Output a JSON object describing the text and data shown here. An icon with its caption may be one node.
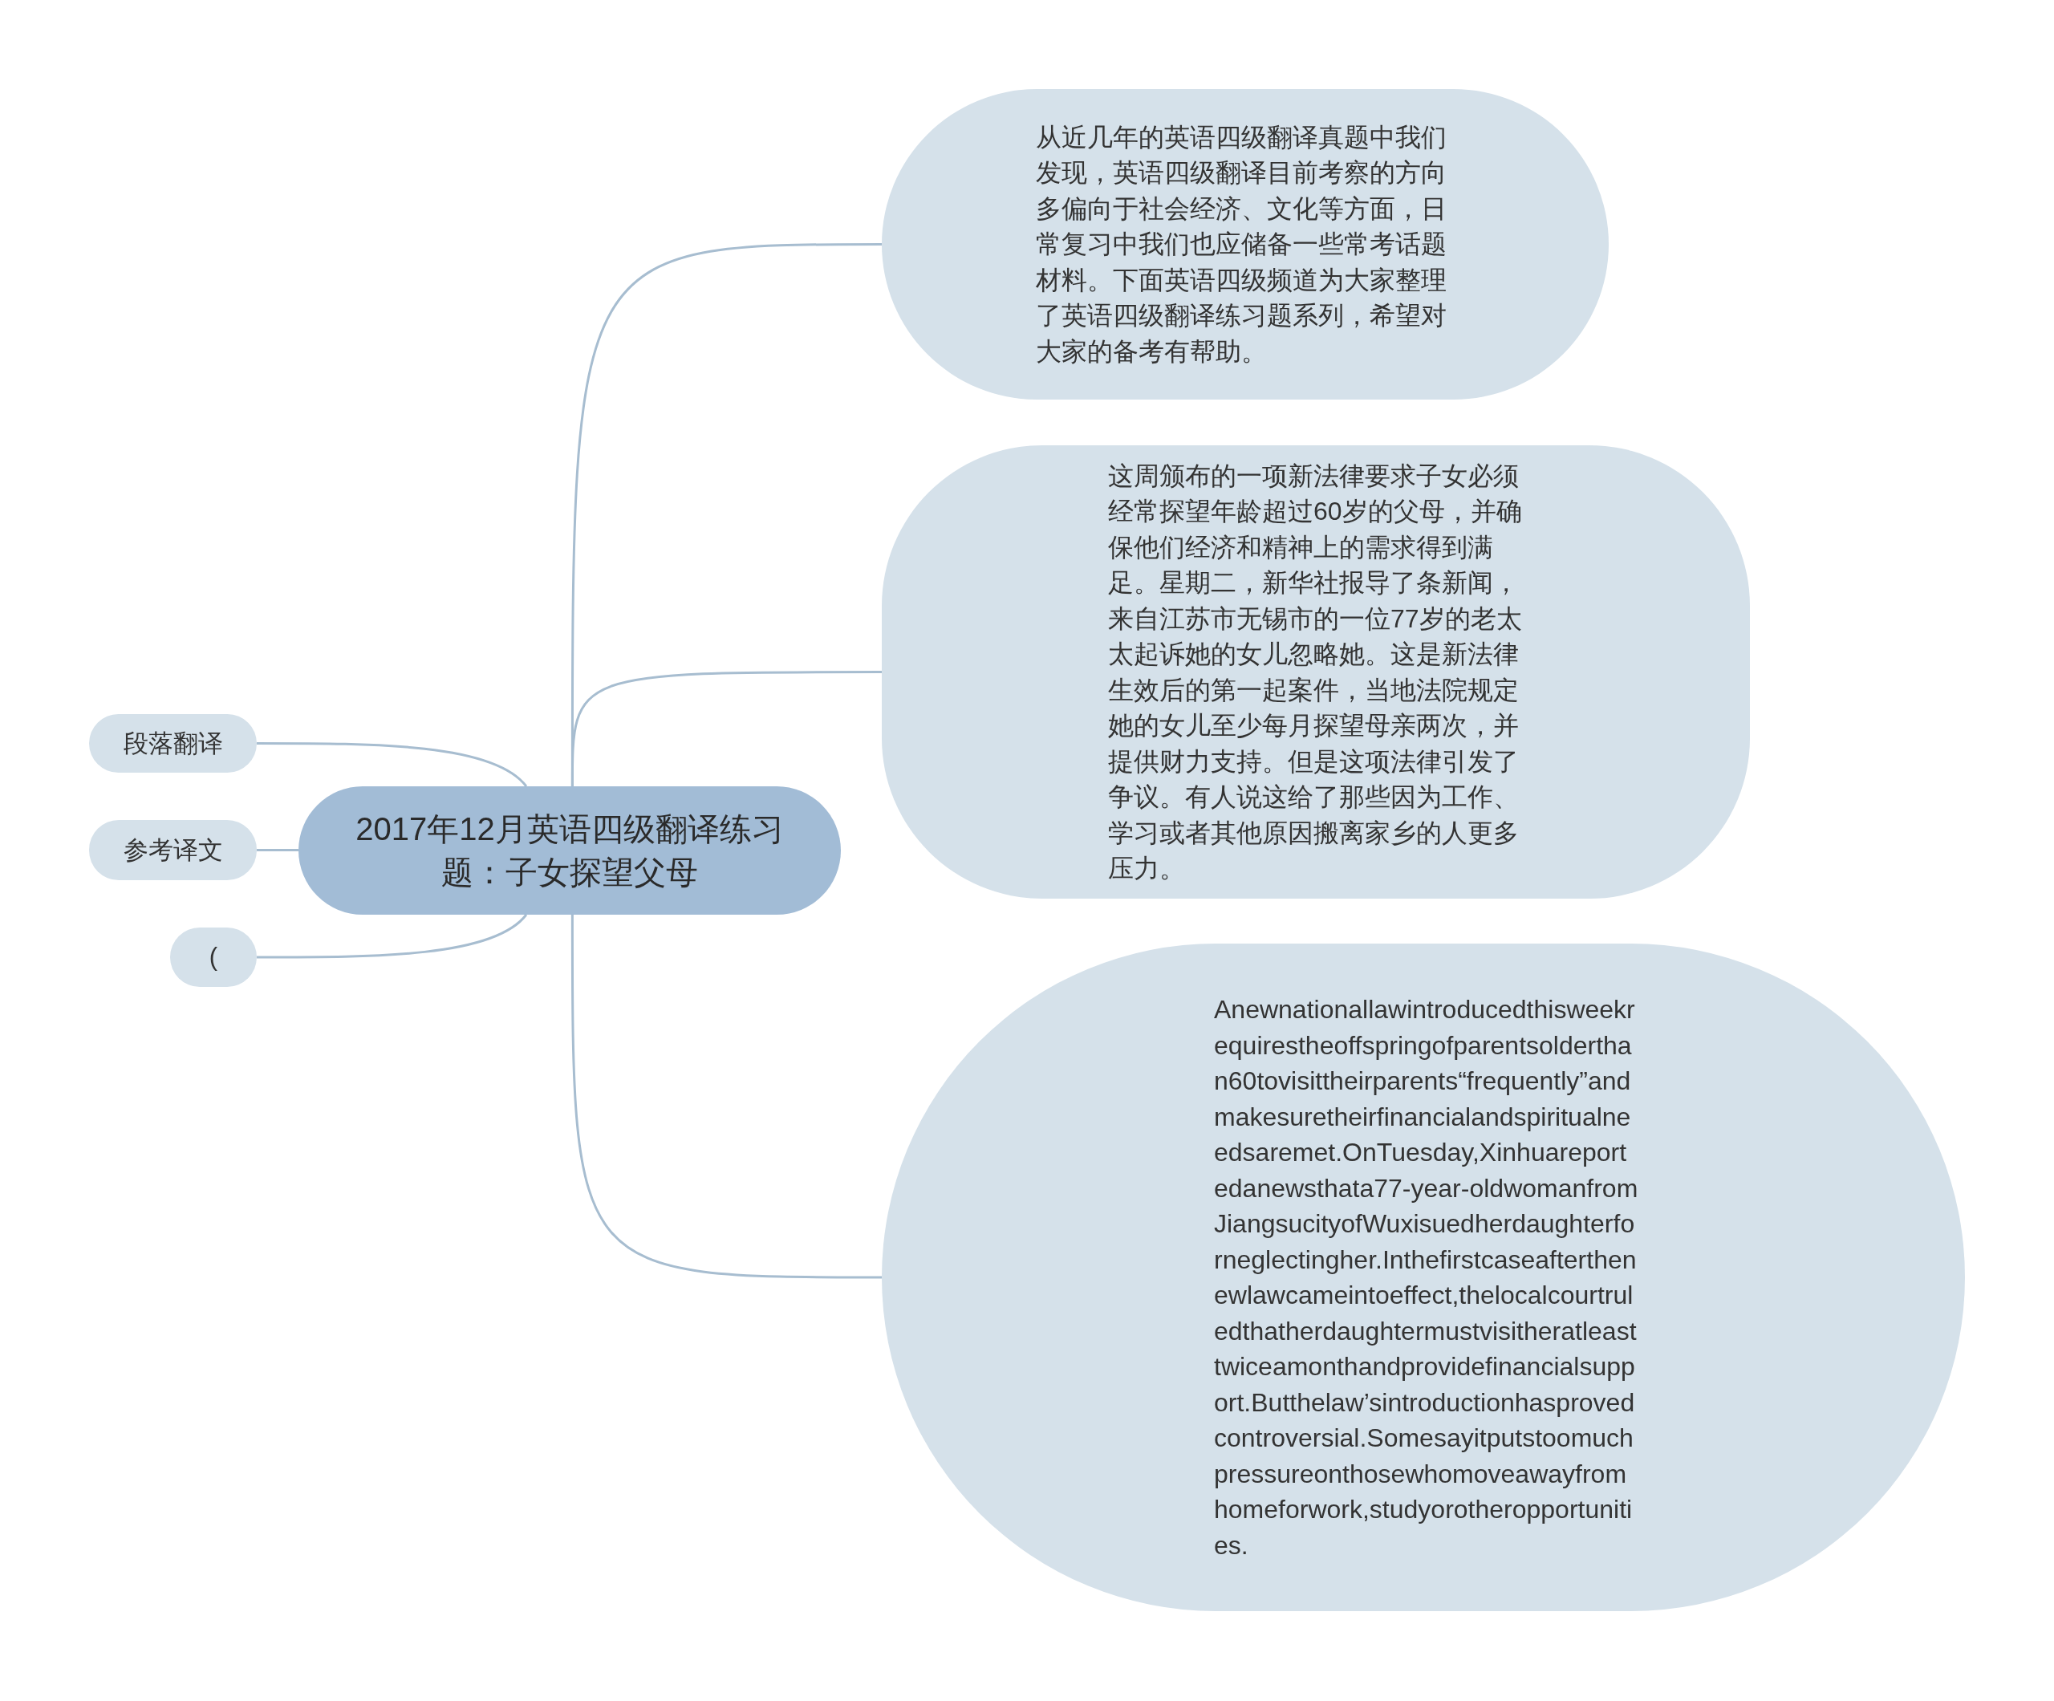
{
  "diagram": {
    "nodes": [
      {
        "text": [
          "2017年12月英语四级翻译练习题：子女探望父母"
        ]
      },
      {
        "text": [
          "从近几年的英语四级翻译真题中我们发现，英语四级翻译目前考察的方向多偏向于社会经济、文化等方面，日常复习中我们也应储备一些常考话题材料。下面英语四级频道为大家整理了英语四级翻译练习题系列，希望对大家的备考有帮助。"
        ]
      },
      {
        "text": [
          "这周颁布的一项新法律要求子女必须经常探望年龄超过60岁的父母，并确保他们经济和精神上的需求得到满足。星期二，新华社报导了条新闻，来自江苏市无锡市的一位77岁的老太太起诉她的女儿忽略她。这是新法律生效后的第一起案件，当地法院规定她的女儿至少每月探望母亲两次，并提供财力支持。但是这项法律引发了争议。有人说这给了那些因为工作、学习或者其他原因搬离家乡的人更多压力。"
        ]
      },
      {
        "text": [
          "Anewnationallawintroducedthisweekrequirestheoffspringofparentsolderthan60tovisittheirparents“frequently”andmakesuretheirfinancialandspiritualneedsaremet.OnTuesday,Xinhuareportedanewsthata77-year-oldwomanfromJiangsucityofWuxisuedherdaughterforneglectingher.Inthefirstcaseafterthenewlawcameintoeffect,thelocalcourtruledthatherdaughtermustvisitheratleasttwiceamonthandprovidefinancialsupport.Butthelaw’sintroductionhasprovedcontroversial.Somesayitputstoomuchpressureonthosewhomoveawayfromhomeforwork,studyorotheropportunities."
        ]
      },
      {
        "text": [
          "段落翻译"
        ]
      },
      {
        "text": [
          "参考译文"
        ]
      },
      {
        "text": [
          "("
        ]
      }
    ],
    "edges": [
      {
        "from": 0,
        "to": 1,
        "arrow": "none"
      },
      {
        "from": 0,
        "to": 2,
        "arrow": "none"
      },
      {
        "from": 0,
        "to": 3,
        "arrow": "none"
      },
      {
        "from": 0,
        "to": 4,
        "arrow": "none"
      },
      {
        "from": 0,
        "to": 5,
        "arrow": "none"
      },
      {
        "from": 0,
        "to": 6,
        "arrow": "none"
      }
    ]
  }
}
